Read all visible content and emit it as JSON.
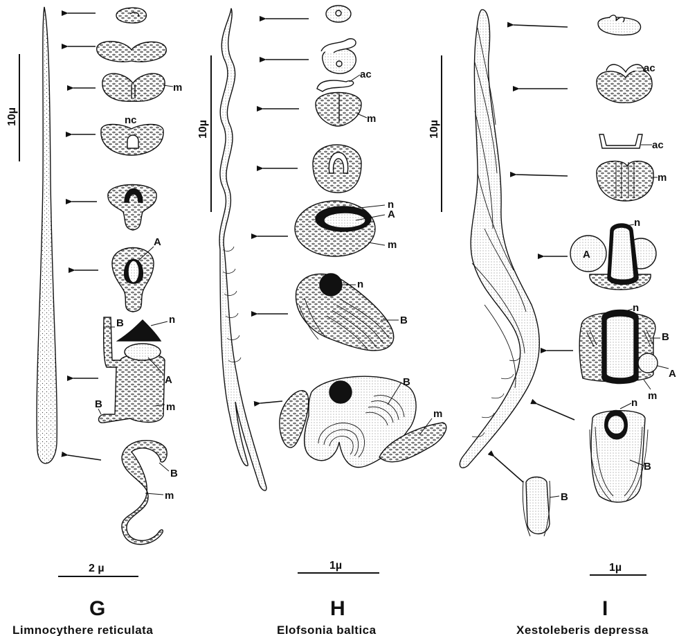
{
  "panels": [
    {
      "letter": "G",
      "species": "Limnocythere reticulata",
      "scale_long": "10µ",
      "scale_short": "2 µ",
      "labels": [
        "m",
        "nc",
        "A",
        "B",
        "n",
        "A",
        "B",
        "m",
        "B",
        "m"
      ]
    },
    {
      "letter": "H",
      "species": "Elofsonia baltica",
      "scale_long": "10µ",
      "scale_short": "1µ",
      "labels": [
        "ac",
        "m",
        "n",
        "A",
        "m",
        "n",
        "B",
        "B",
        "m"
      ]
    },
    {
      "letter": "I",
      "species": "Xestoleberis depressa",
      "scale_long": "10µ",
      "scale_short": "1µ",
      "labels": [
        "ac",
        "ac",
        "m",
        "n",
        "A",
        "n",
        "B",
        "A",
        "m",
        "n",
        "B",
        "B"
      ]
    }
  ],
  "colors": {
    "ink": "#111111",
    "paper": "#ffffff"
  }
}
